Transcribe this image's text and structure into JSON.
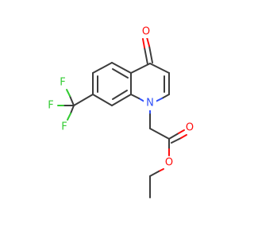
{
  "atoms": {
    "oxygen_ketone": "O",
    "nitrogen": "N",
    "fluorine_top": "F",
    "fluorine_left": "F",
    "fluorine_bottom": "F",
    "oxygen_carbonyl": "O",
    "oxygen_ester": "O"
  },
  "colors": {
    "bond": "#3c3c3c",
    "oxygen": "#ff0d0d",
    "nitrogen": "#3050f8",
    "fluorine": "#33cc33",
    "background": "#ffffff"
  }
}
